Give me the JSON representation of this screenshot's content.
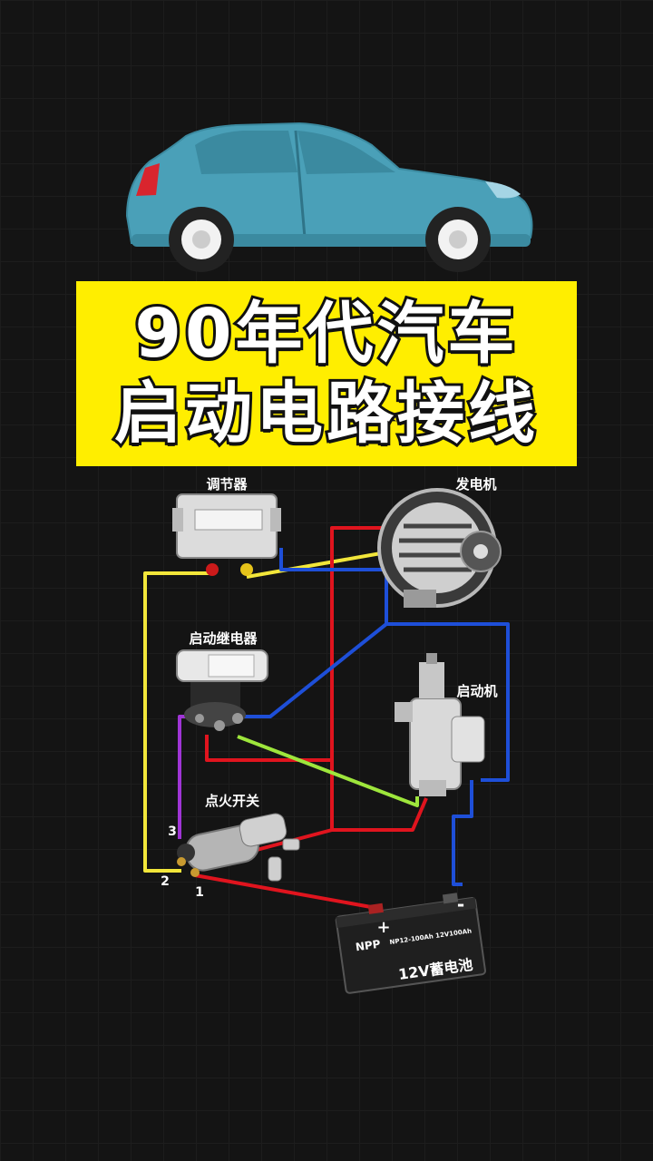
{
  "title": {
    "line1": "90年代汽车",
    "line2": "启动电路接线"
  },
  "components": {
    "regulator": "调节器",
    "generator": "发电机",
    "starter_relay": "启动继电器",
    "starter": "启动机",
    "ignition_switch": "点火开关",
    "battery": "12V蓄电池",
    "battery_brand": "NPP",
    "battery_model": "NP12-100Ah 12V100Ah",
    "battery_plus": "+",
    "battery_minus": "-"
  },
  "switch_terminals": {
    "t1": "1",
    "t2": "2",
    "t3": "3"
  },
  "colors": {
    "title_bg": "#ffee00",
    "car_body": "#4aa0b8",
    "wire_red": "#e0141e",
    "wire_yellow": "#f2e63a",
    "wire_blue": "#1e4fd8",
    "wire_purple": "#a035d6",
    "wire_green": "#9ee63c"
  }
}
